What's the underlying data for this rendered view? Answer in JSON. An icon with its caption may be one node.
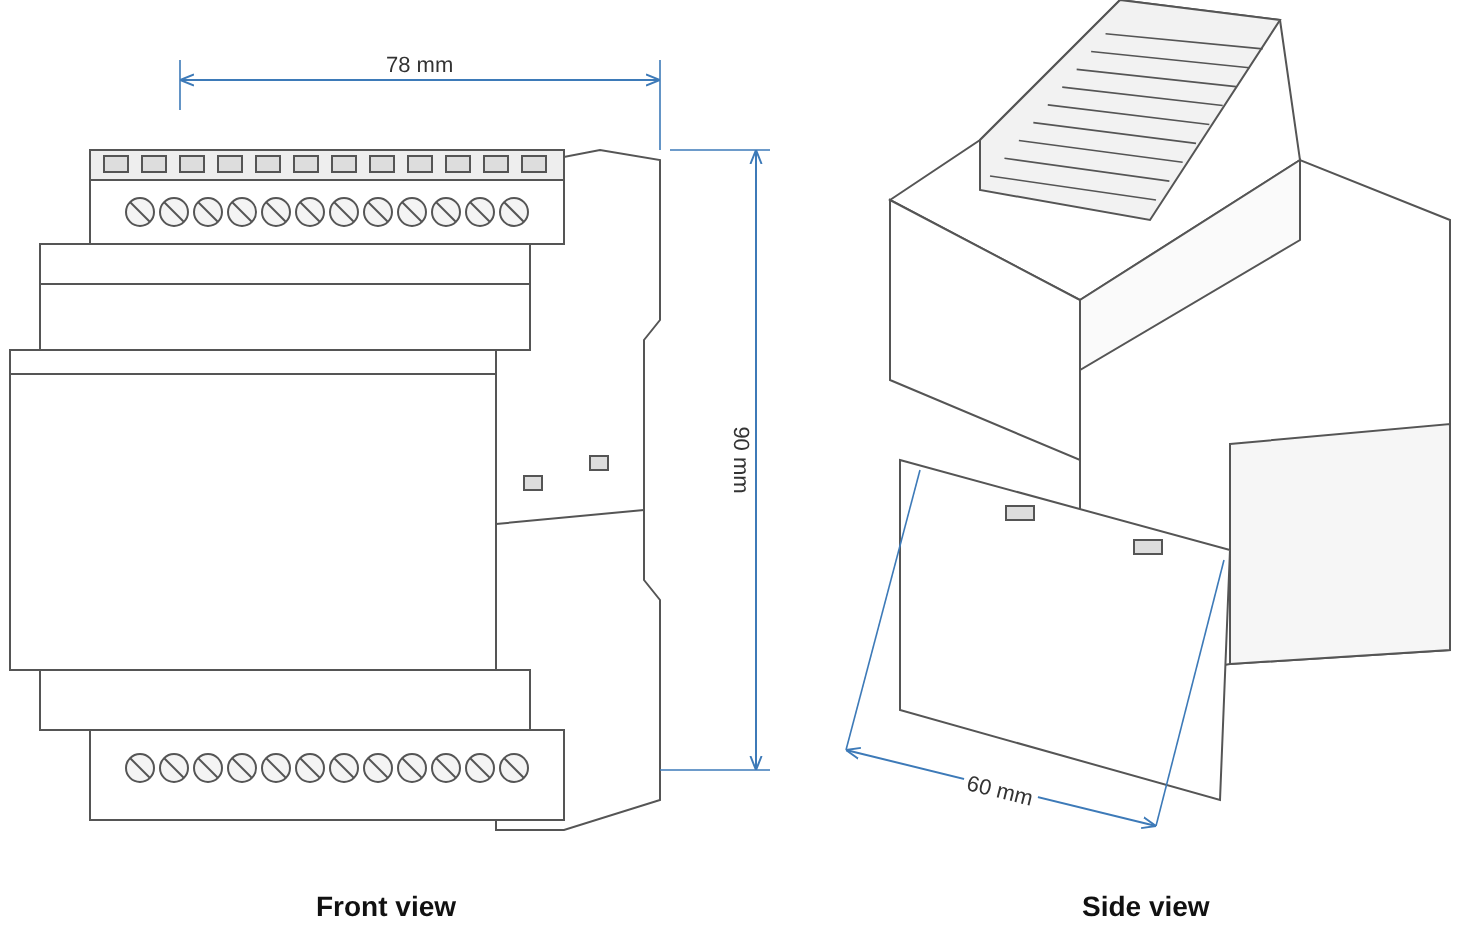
{
  "diagram": {
    "labels": [
      "78 mm",
      "90 mm",
      "60 mm",
      "Front view",
      "Side view"
    ]
  }
}
